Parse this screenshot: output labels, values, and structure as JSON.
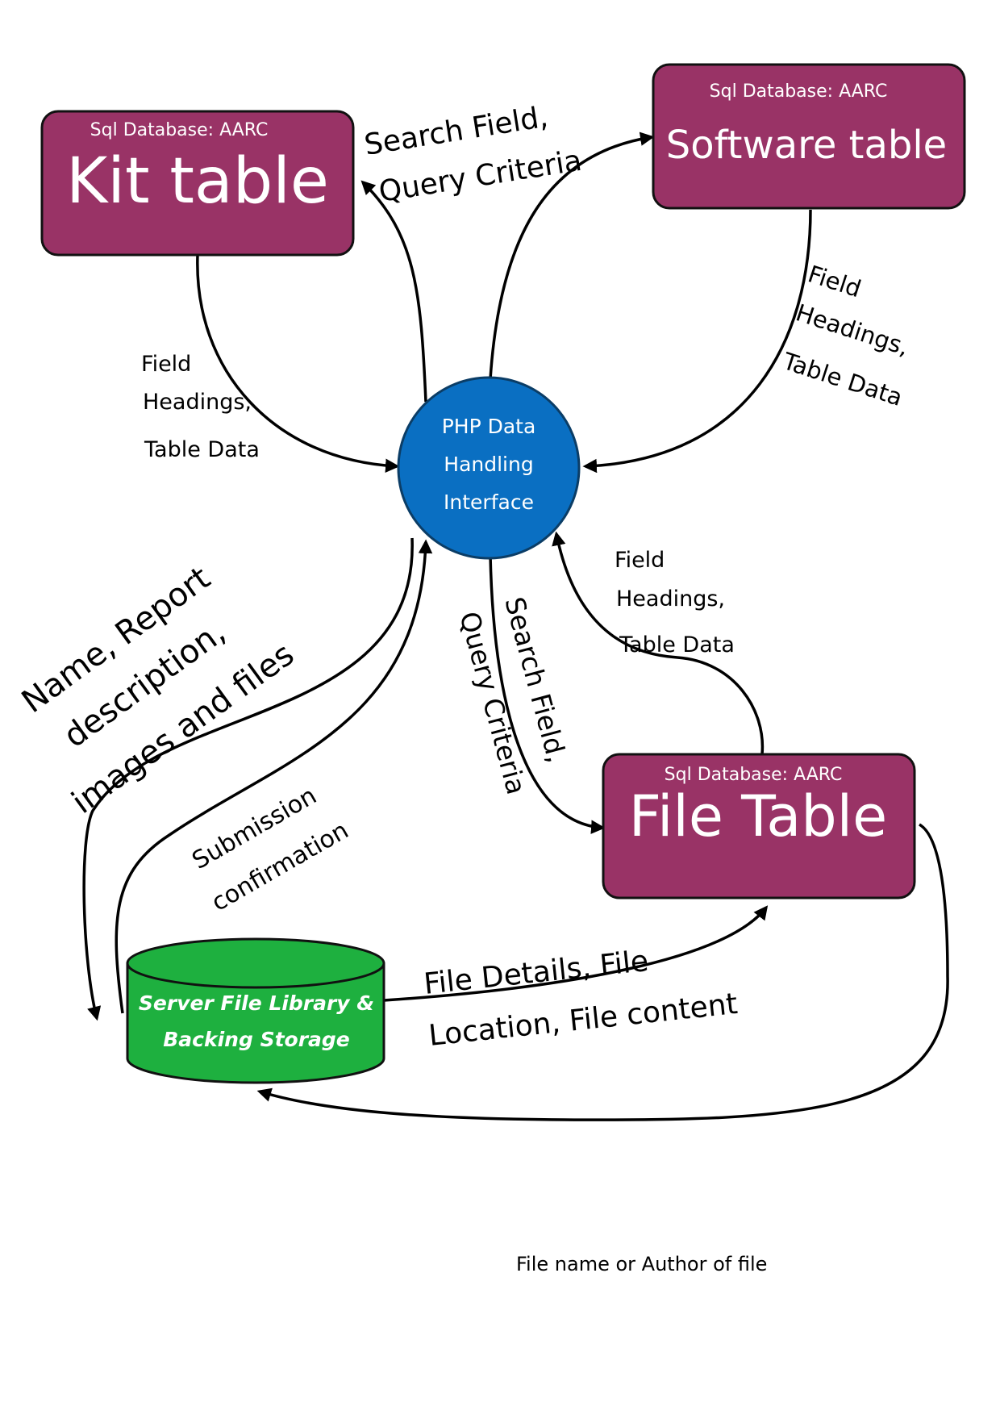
{
  "colors": {
    "table_fill": "#993366",
    "table_stroke": "#111111",
    "php_fill": "#0a6fc2",
    "php_stroke": "#0b3d66",
    "storage_fill": "#1eb03f",
    "storage_stroke": "#111111",
    "arrow": "#000000"
  },
  "nodes": {
    "kit": {
      "db_label": "Sql Database: AARC",
      "title": "Kit table"
    },
    "software": {
      "db_label": "Sql Database: AARC",
      "title": "Software table"
    },
    "file": {
      "db_label": "Sql Database: AARC",
      "title": "File Table"
    },
    "php": {
      "line1": "PHP Data",
      "line2": "Handling",
      "line3": "Interface"
    },
    "storage": {
      "line1": "Server File Library &",
      "line2": "Backing Storage"
    }
  },
  "edges": {
    "php_to_kit_software": {
      "line1": "Search Field,",
      "line2": "Query Criteria"
    },
    "kit_to_php": {
      "line1": "Field",
      "line2": "Headings,",
      "line3": "Table Data"
    },
    "software_to_php": {
      "line1": "Field",
      "line2": "Headings,",
      "line3": "Table Data"
    },
    "file_to_php": {
      "line1": "Field",
      "line2": "Headings,",
      "line3": "Table Data"
    },
    "php_to_file": {
      "line1": "Search Field,",
      "line2": "Query Criteria"
    },
    "php_to_storage": {
      "line1": "Name, Report",
      "line2": "description,",
      "line3": "images and files"
    },
    "storage_to_php": {
      "line1": "Submission",
      "line2": "confirmation"
    },
    "storage_to_file": {
      "line1": "File Details, File",
      "line2": "Location, File content"
    }
  },
  "footer_note": "File name or Author of  file"
}
